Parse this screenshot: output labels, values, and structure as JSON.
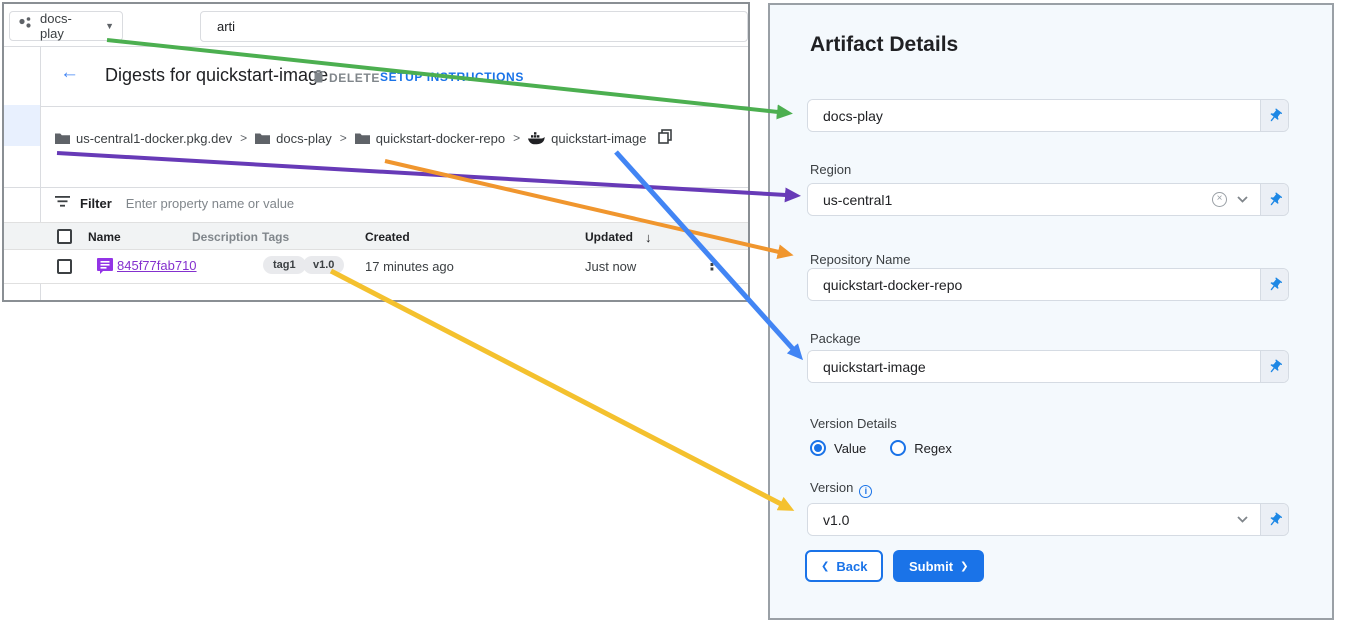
{
  "icons": {
    "dropdown": "▼",
    "back_arrow": "←",
    "sort_desc": "↓",
    "overflow": "⋮",
    "info": "i",
    "clear": "×",
    "chevron_left": "❮",
    "chevron_right": "❯"
  },
  "console": {
    "project_selector": {
      "label": "docs-play"
    },
    "search": {
      "value": "arti"
    },
    "header": {
      "title": "Digests for quickstart-image",
      "delete_label": "DELETE",
      "setup_label": "SETUP INSTRUCTIONS"
    },
    "breadcrumb": {
      "separator": ">",
      "items": [
        "us-central1-docker.pkg.dev",
        "docs-play",
        "quickstart-docker-repo",
        "quickstart-image"
      ]
    },
    "filter": {
      "label": "Filter",
      "placeholder": "Enter property name or value"
    },
    "table": {
      "headers": [
        "Name",
        "Description",
        "Tags",
        "Created",
        "Updated"
      ],
      "row": {
        "name": "845f77fab710",
        "tags": [
          "tag1",
          "v1.0"
        ],
        "created": "17 minutes ago",
        "updated": "Just now"
      }
    }
  },
  "form": {
    "title": "Artifact Details",
    "project": {
      "value": "docs-play"
    },
    "region": {
      "label": "Region",
      "value": "us-central1"
    },
    "repository": {
      "label": "Repository Name",
      "value": "quickstart-docker-repo"
    },
    "package": {
      "label": "Package",
      "value": "quickstart-image"
    },
    "version_details": {
      "label": "Version Details",
      "options": [
        "Value",
        "Regex"
      ],
      "selected": "Value"
    },
    "version": {
      "label": "Version",
      "value": "v1.0"
    },
    "buttons": {
      "back": "Back",
      "submit": "Submit"
    }
  },
  "colors": {
    "accent_blue": "#1a73e8",
    "pin_blue": "#1e88e5",
    "link_purple": "#8430ce",
    "digest_purple": "#9334e6",
    "panel_bg": "#f4f9fd",
    "arrow_green": "#4caf50",
    "arrow_purple": "#673ab7",
    "arrow_orange": "#f0962e",
    "arrow_blue": "#4285f4",
    "arrow_yellow": "#f4c12e"
  }
}
